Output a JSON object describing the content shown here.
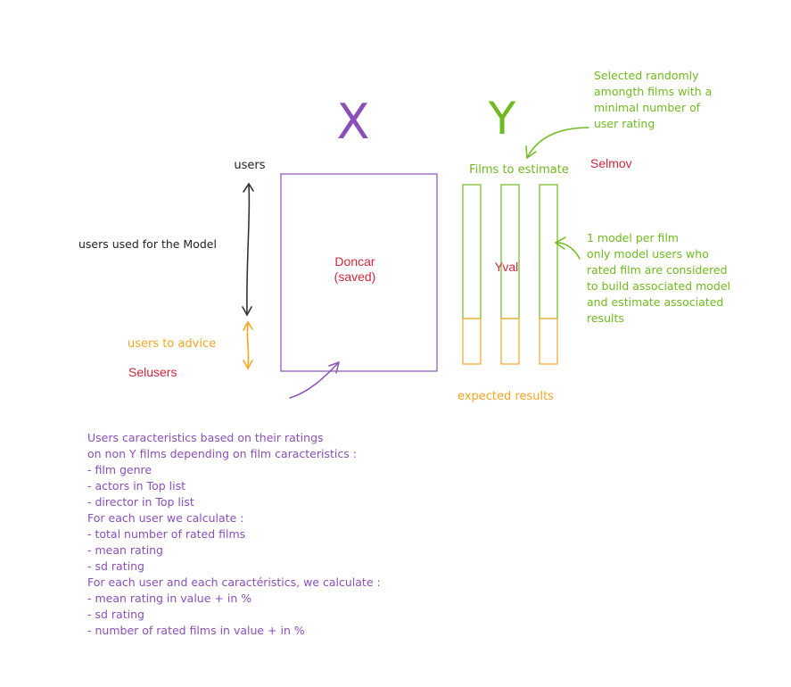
{
  "colors": {
    "purple": "#8a4fb8",
    "green": "#6fba1e",
    "orange": "#f5a623",
    "red": "#d0283c",
    "black": "#222222"
  },
  "headings": {
    "x_letter": "X",
    "y_letter": "Y"
  },
  "users_block": {
    "users_label": "users",
    "model_users_label": "users used for the Model",
    "advice_label": "users to advice",
    "selusers_label": "Selusers"
  },
  "x_matrix": {
    "name": "Doncar",
    "note": "(saved)"
  },
  "y_matrix": {
    "title": "Films to estimate",
    "name": "Yval",
    "selmov_label": "Selmov",
    "expected_label": "expected results"
  },
  "annotations": {
    "selection_note": [
      "Selected randomly",
      "amongth films with a",
      "minimal number of",
      "user rating"
    ],
    "model_note": [
      "1 model per film",
      "only model users who",
      "rated film are considered",
      "to build associated model",
      "and estimate associated",
      "results"
    ]
  },
  "characteristics_note": [
    "Users caracteristics based on their ratings",
    "on non Y films depending on film caracteristics :",
    "- film genre",
    "- actors in Top list",
    "- director in Top list",
    "For each user we calculate :",
    "- total number of rated films",
    "- mean rating",
    "- sd rating",
    "For each user and each caractéristics, we calculate :",
    "- mean rating in value + in %",
    "- sd rating",
    "- number of rated films in value + in %"
  ]
}
